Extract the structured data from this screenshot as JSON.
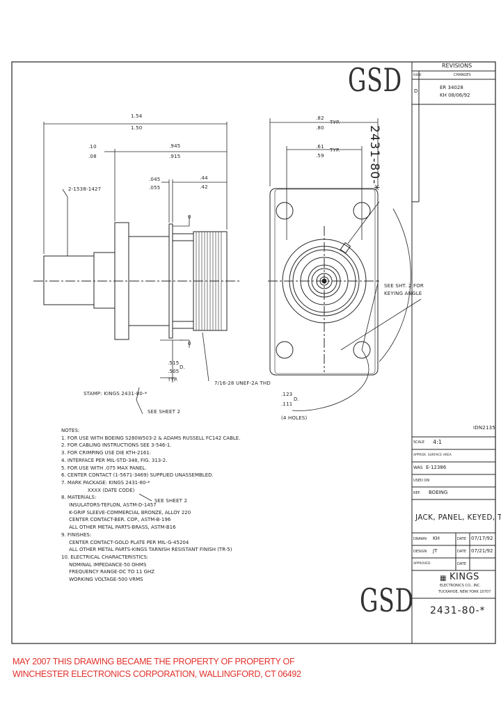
{
  "watermark": "GSD",
  "part_number_vertical": "2431-80-*",
  "revisions": {
    "title": "REVISIONS",
    "col_issue": "ISSUE",
    "col_changes": "CHANGES",
    "row_issue": "D",
    "row_line1": "ER   34028",
    "row_line2": "KH   08/06/92"
  },
  "dims": {
    "overall": [
      "1.54",
      "1.50"
    ],
    "d945": [
      ".945",
      ".915"
    ],
    "d10": [
      ".10",
      ".08"
    ],
    "d045": [
      ".045",
      ".055"
    ],
    "d44": [
      ".44",
      ".42"
    ],
    "d82": [
      ".82",
      ".80"
    ],
    "d61": [
      ".61",
      ".59"
    ],
    "typ": "TYP.",
    "d515": [
      ".515",
      ".505"
    ],
    "d515_suffix": "D.",
    "d515_typ": "TYP.",
    "d123": [
      ".123",
      ".111"
    ],
    "d123_suffix": "D.",
    "holes": "(4 HOLES)",
    "d0": "0"
  },
  "callouts": {
    "thread_left": "2-1538-1427",
    "thread_right": "7/16-28 UNEF-2A THD",
    "stamp": "STAMP: KINGS 2431-80-*",
    "see_sheet": "SEE SHEET 2",
    "keying_line1": "SEE SHT. 2 FOR",
    "keying_line2": "KEYING ANGLE"
  },
  "drawing_no": "IDN2135",
  "notes_title": "NOTES:",
  "notes": [
    "1. FOR USE WITH BOEING S280W503-2 & ADAMS RUSSELL FC142 CABLE.",
    "2. FOR CABLING INSTRUCTIONS SEE 3-546-1.",
    "3. FOR CRIMPING USE DIE KTH-2161.",
    "4. INTERFACE PER MIL-STD-348, FIG. 313-2.",
    "5. FOR USE WITH .075 MAX PANEL.",
    "6. CENTER CONTACT (1-5671-3469) SUPPLIED UNASSEMBLED.",
    "7. MARK PACKAGE: KINGS 2431-80-*",
    "                 XXXX (DATE CODE)",
    "8. MATERIALS:",
    "     INSULATORS-TEFLON, ASTM-D-1457",
    "     K-GRIP SLEEVE-COMMERCIAL BRONZE, ALLOY 220",
    "     CENTER CONTACT-BER. COP., ASTM-B-196",
    "     ALL OTHER METAL PARTS-BRASS, ASTM-B16",
    "9. FINISHES:",
    "     CENTER CONTACT-GOLD PLATE PER MIL-G-45204",
    "     ALL OTHER METAL PARTS-KINGS TARNISH RESISTANT FINISH (TR-5)",
    "10. ELECTRICAL CHARACTERISTICS:",
    "     NOMINAL IMPEDANCE-50 OHMS",
    "     FREQUENCY RANGE-DC TO 11 GHZ",
    "     WORKING VOLTAGE-500 VRMS"
  ],
  "note7_see_sheet": "SEE SHEET 2",
  "title_block": {
    "scale_label": "SCALE",
    "scale_value": "4:1",
    "surface_label": "APPROX. SURFACE AREA",
    "ws_label": "WAS",
    "ws_value": "E-12386",
    "used_on_label": "USED ON",
    "ref_label": "REF.",
    "ref_value": "BOEING",
    "title": "JACK, PANEL, KEYED, TNC",
    "drawn_label": "DRAWN",
    "drawn_by": "KH",
    "drawn_date_label": "DATE",
    "drawn_date": "07/17/92",
    "design_label": "DESIGN",
    "design_by": "JT",
    "design_date_label": "DATE",
    "design_date": "07/21/92",
    "approved_label": "APPROVED",
    "approved_date_label": "DATE",
    "company": "KINGS",
    "company_sub1": "ELECTRONICS CO., INC.",
    "company_sub2": "TUCKAHOE, NEW YORK 10707",
    "part_number": "2431-80-*"
  },
  "footer_line1": "MAY 2007 THIS DRAWING BECAME THE PROPERTY OF PROPERTY OF",
  "footer_line2": "WINCHESTER ELECTRONICS CORPORATION, WALLINGFORD, CT 06492"
}
